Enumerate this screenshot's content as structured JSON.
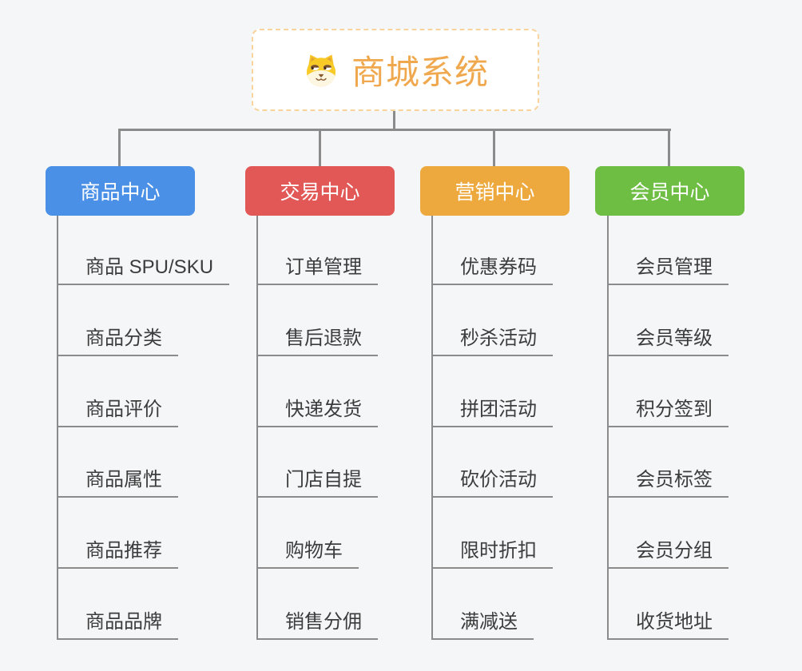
{
  "canvas": {
    "background_color": "#f5f6f7",
    "connector_color": "#8b8b8b"
  },
  "root": {
    "label": "商城系统",
    "icon": "dog-face-icon",
    "title_color": "#f0a84e",
    "border_color": "#f8d49c"
  },
  "branches": [
    {
      "label": "商品中心",
      "color": "#4a90e7",
      "items": [
        "商品 SPU/SKU",
        "商品分类",
        "商品评价",
        "商品属性",
        "商品推荐",
        "商品品牌"
      ]
    },
    {
      "label": "交易中心",
      "color": "#e25856",
      "items": [
        "订单管理",
        "售后退款",
        "快递发货",
        "门店自提",
        "购物车",
        "销售分佣"
      ]
    },
    {
      "label": "营销中心",
      "color": "#eda93d",
      "items": [
        "优惠券码",
        "秒杀活动",
        "拼团活动",
        "砍价活动",
        "限时折扣",
        "满减送"
      ]
    },
    {
      "label": "会员中心",
      "color": "#6ebe44",
      "items": [
        "会员管理",
        "会员等级",
        "积分签到",
        "会员标签",
        "会员分组",
        "收货地址"
      ]
    }
  ]
}
